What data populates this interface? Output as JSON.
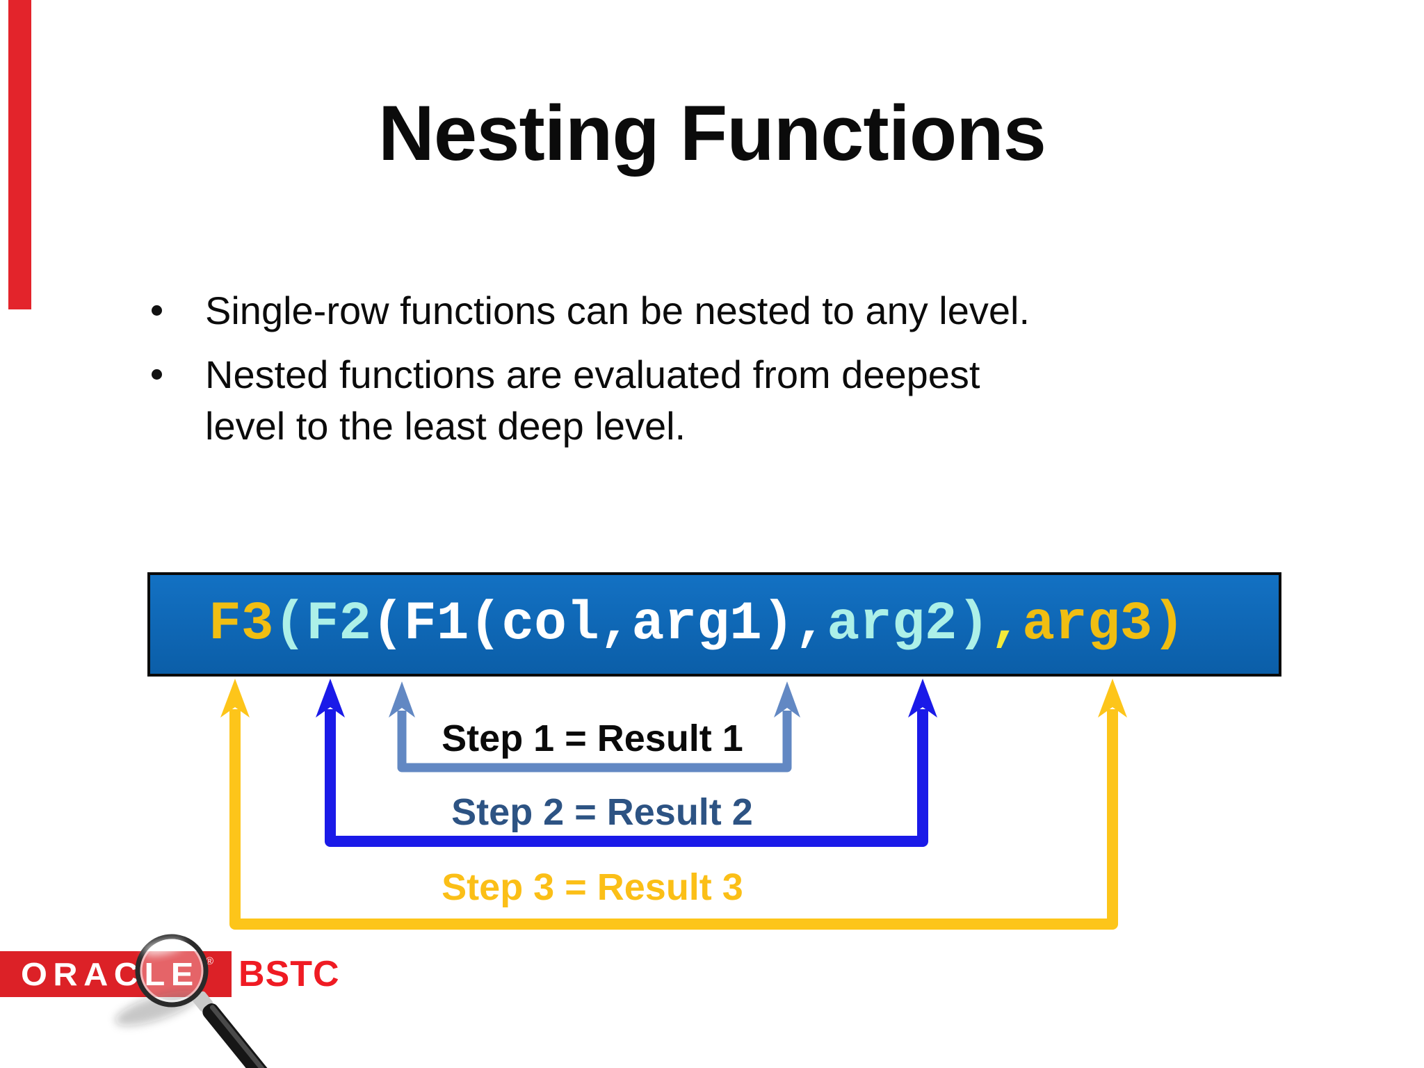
{
  "slide": {
    "title": "Nesting Functions",
    "bullets": [
      "Single-row functions can be nested to any level.",
      "Nested functions are evaluated from deepest\nlevel to the least deep level."
    ],
    "code_box": {
      "segments": [
        {
          "text": "F3",
          "role": "gold"
        },
        {
          "text": "(F2",
          "role": "cyan"
        },
        {
          "text": "(F1(col,arg1),",
          "role": "white"
        },
        {
          "text": "arg2)",
          "role": "cyan"
        },
        {
          "text": ",",
          "role": "lemon"
        },
        {
          "text": "arg3)",
          "role": "gold"
        }
      ]
    },
    "steps": [
      {
        "label": "Step 1 = Result 1"
      },
      {
        "label": "Step 2 = Result 2"
      },
      {
        "label": "Step 3 = Result 3"
      }
    ],
    "footer": {
      "brand": "ORACLE",
      "registered": "®",
      "suffix": "BSTC"
    }
  },
  "colors": {
    "accent-red": "#E3242B",
    "box-blue-top": "#1371C3",
    "box-blue-bottom": "#0B5EA8",
    "code-gold": "#F0BE12",
    "code-cyan": "#ACF0E8",
    "code-white": "#FFFFFF",
    "code-lemon": "#F2EA3A",
    "bracket-steel": "#6288C3",
    "bracket-blue": "#1A1AE8",
    "bracket-gold": "#FDC51A",
    "step2-blue": "#2D5383",
    "step3-gold": "#FBBF17",
    "oracle-red": "#DC2127",
    "bstc-red": "#EF1B23"
  }
}
